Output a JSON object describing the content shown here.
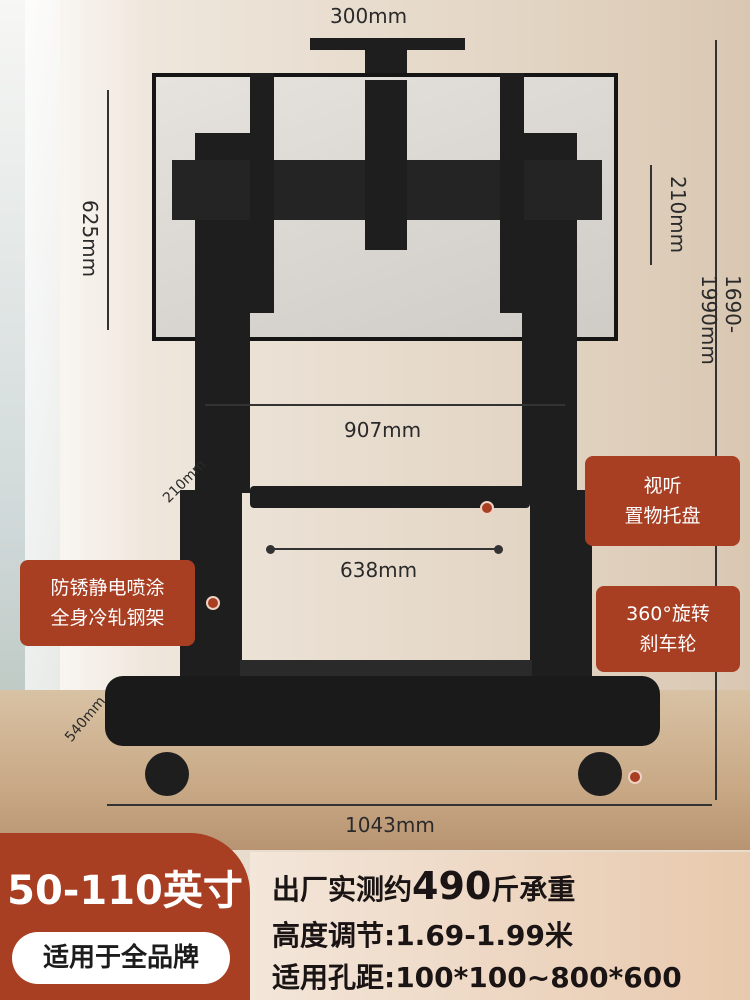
{
  "dimensions": {
    "top_width": "300mm",
    "screen_height": "625mm",
    "bracket_height": "210mm",
    "total_height": "1690-1990mm",
    "column_span": "907mm",
    "shelf_depth": "210mm",
    "shelf_width": "638mm",
    "base_depth": "540mm",
    "base_width": "1043mm"
  },
  "callouts": {
    "shelf": [
      "视听",
      "置物托盘"
    ],
    "frame": [
      "防锈静电喷涂",
      "全身冷轧钢架"
    ],
    "wheels": [
      "360°旋转",
      "刹车轮"
    ]
  },
  "footer": {
    "size": "50-110英寸",
    "brand": "适用于全品牌",
    "load_prefix": "出厂实测约",
    "load_value": "490",
    "load_suffix": "斤承重",
    "height": "高度调节:1.69-1.99米",
    "vesa": "适用孔距:100*100~800*600"
  },
  "colors": {
    "accent": "#a83e22"
  }
}
